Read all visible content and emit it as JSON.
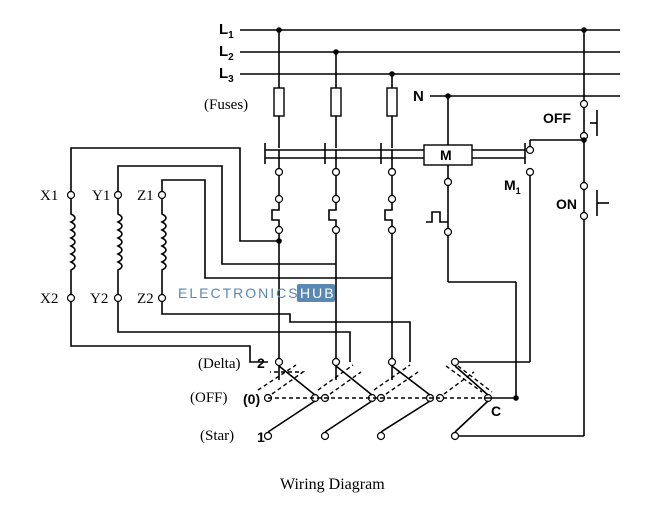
{
  "lines": {
    "l1": {
      "main": "L",
      "sub": "1"
    },
    "l2": {
      "main": "L",
      "sub": "2"
    },
    "l3": {
      "main": "L",
      "sub": "3"
    },
    "n": "N"
  },
  "labels": {
    "fuses": "(Fuses)",
    "off": "OFF",
    "on": "ON",
    "m": "M",
    "m1": {
      "main": "M",
      "sub": "1"
    },
    "delta": "(Delta)",
    "off_pos": "(OFF)",
    "star": "(Star)",
    "pos_2": "2",
    "pos_0": "(0)",
    "pos_1": "1",
    "c": "C"
  },
  "windings": {
    "x1": "X1",
    "y1": "Y1",
    "z1": "Z1",
    "x2": "X2",
    "y2": "Y2",
    "z2": "Z2"
  },
  "watermark": {
    "part1": "ELECTRONICS",
    "part2": "HUB",
    "accent": "#5b87b5"
  },
  "caption": "Wiring Diagram"
}
